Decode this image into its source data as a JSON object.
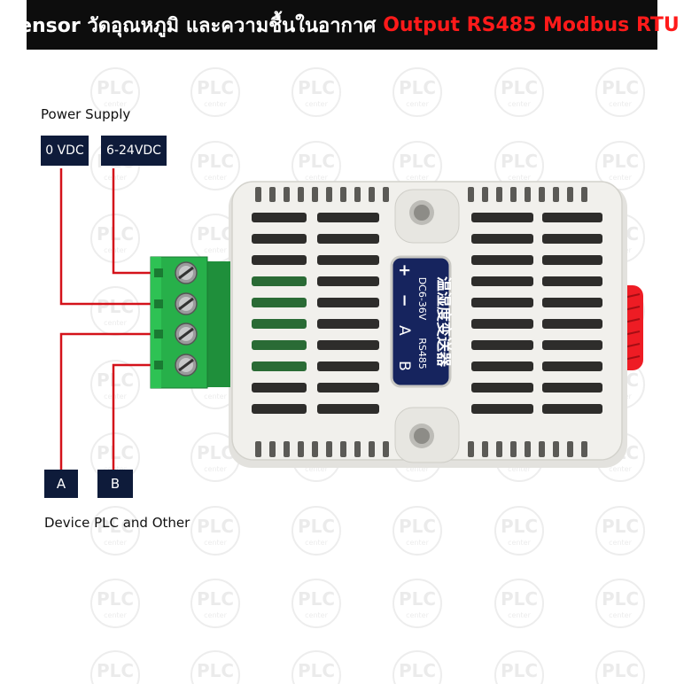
{
  "banner": {
    "title_white": "Sensor วัดอุณหภูมิ และความชื้นในอากาศ",
    "title_red": "Output RS485 Modbus RTU"
  },
  "power": {
    "heading": "Power Supply",
    "terminals": [
      "0 VDC",
      "6-24VDC"
    ]
  },
  "device": {
    "heading": "Device PLC and Other",
    "terminals": [
      "A",
      "B"
    ]
  },
  "watermark": {
    "brand": "PLC",
    "sub": "center"
  },
  "sensor_label": {
    "chinese": "温湿度变送器",
    "voltage": "DC6-36V",
    "protocol": "RS485",
    "plus": "+",
    "minus": "−",
    "a": "A",
    "b": "B"
  },
  "colors": {
    "banner_bg": "#0d0d0d",
    "banner_red": "#ff1a1a",
    "tag_bg": "#0e1b3a",
    "wire_red": "#d4121a",
    "terminal_green": "#27b04a",
    "housing": "#f1f0ec",
    "label_navy": "#16245e",
    "probe_red": "#ee1c24"
  }
}
